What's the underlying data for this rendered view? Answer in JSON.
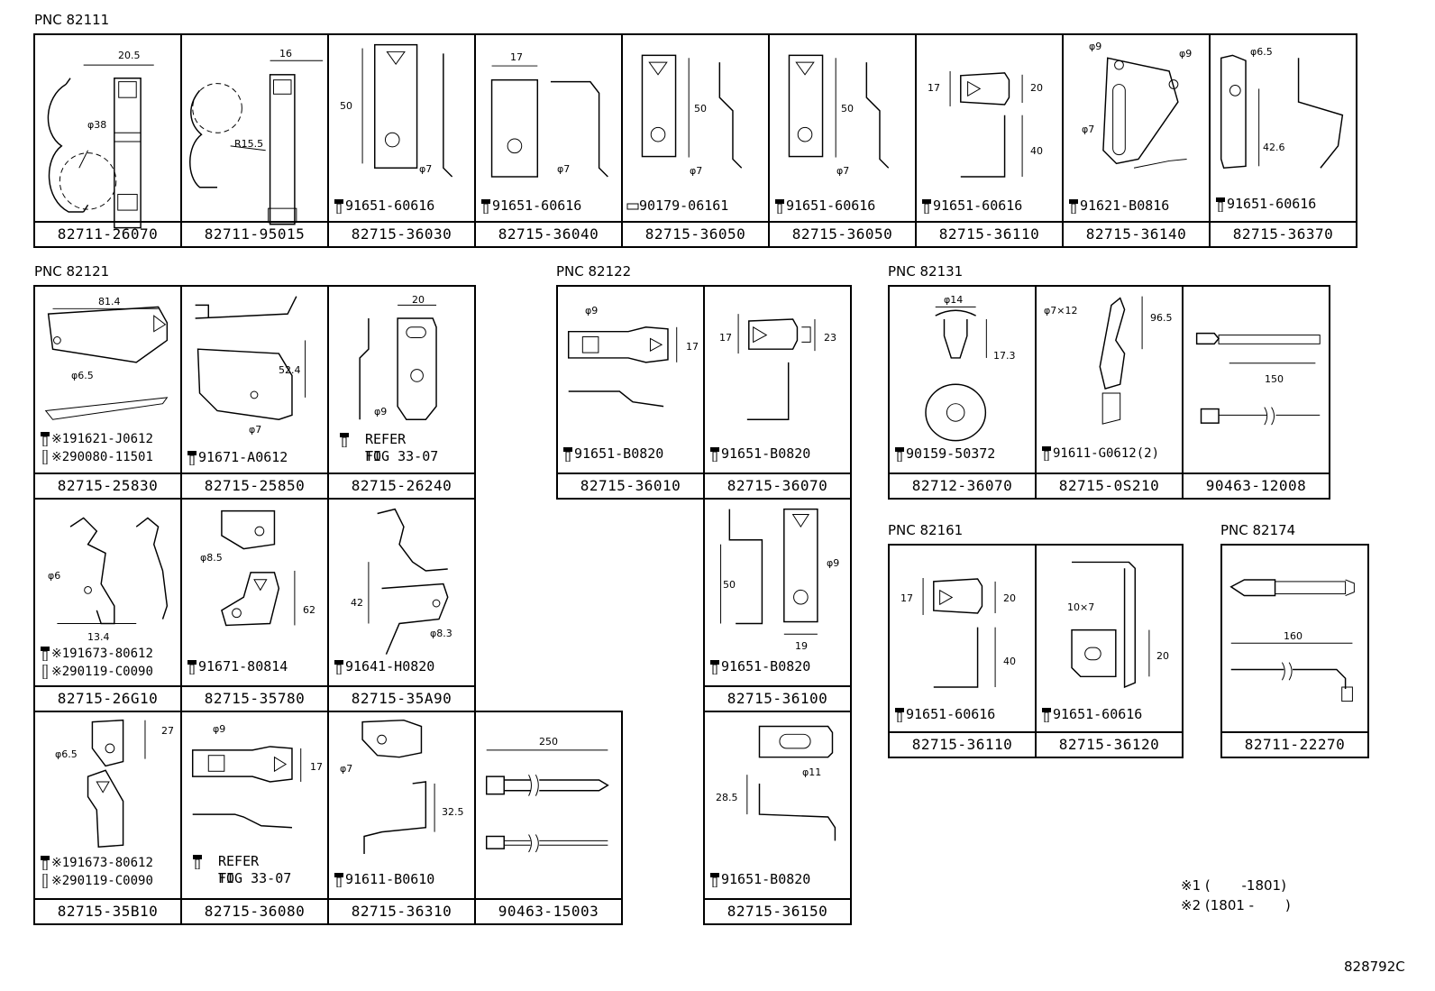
{
  "groups": {
    "g1": "PNC 82111",
    "g2": "PNC 82121",
    "g3": "PNC 82122",
    "g4": "PNC 82131",
    "g5": "PNC 82161",
    "g6": "PNC 82174"
  },
  "cells": {
    "c1": {
      "part": "82711-26070",
      "dims": [
        "20.5",
        "φ38"
      ]
    },
    "c2": {
      "part": "82711-95015",
      "dims": [
        "16",
        "R15.5"
      ]
    },
    "c3": {
      "part": "82715-36030",
      "bolt": "91651-60616",
      "dims": [
        "50",
        "φ7"
      ]
    },
    "c4": {
      "part": "82715-36040",
      "bolt": "91651-60616",
      "dims": [
        "17",
        "φ7"
      ]
    },
    "c5": {
      "part": "82715-36050",
      "bolt": "90179-06161",
      "dims": [
        "50",
        "φ7"
      ]
    },
    "c6": {
      "part": "82715-36050",
      "bolt": "91651-60616",
      "dims": [
        "50",
        "φ7"
      ]
    },
    "c7": {
      "part": "82715-36110",
      "bolt": "91651-60616",
      "dims": [
        "17",
        "20",
        "40"
      ]
    },
    "c8": {
      "part": "82715-36140",
      "bolt": "91621-B0816",
      "dims": [
        "φ9",
        "φ9",
        "φ7"
      ]
    },
    "c9": {
      "part": "82715-36370",
      "bolt": "91651-60616",
      "dims": [
        "φ6.5",
        "42.6"
      ]
    },
    "c10": {
      "part": "82715-25830",
      "bolt1": "※191621-J0612",
      "bolt2": "※290080-11501",
      "dims": [
        "81.4",
        "φ6.5"
      ]
    },
    "c11": {
      "part": "82715-25850",
      "bolt": "91671-A0612",
      "dims": [
        "52.4",
        "φ7"
      ]
    },
    "c12": {
      "part": "82715-26240",
      "note1": "REFER TO",
      "note2": "FIG 33-07",
      "dims": [
        "20",
        "φ9"
      ]
    },
    "c13": {
      "part": "82715-26G10",
      "bolt1": "※191673-80612",
      "bolt2": "※290119-C0090",
      "dims": [
        "φ6",
        "13.4"
      ]
    },
    "c14": {
      "part": "82715-35780",
      "bolt": "91671-80814",
      "dims": [
        "φ8.5",
        "62"
      ]
    },
    "c15": {
      "part": "82715-35A90",
      "bolt": "91641-H0820",
      "dims": [
        "42",
        "φ8.3"
      ]
    },
    "c16": {
      "part": "82715-35B10",
      "bolt1": "※191673-80612",
      "bolt2": "※290119-C0090",
      "dims": [
        "27",
        "φ6.5"
      ]
    },
    "c17": {
      "part": "82715-36080",
      "note1": "REFER TO",
      "note2": "FIG 33-07",
      "dims": [
        "φ9",
        "17"
      ]
    },
    "c18": {
      "part": "82715-36310",
      "bolt": "91611-B0610",
      "dims": [
        "φ7",
        "32.5"
      ]
    },
    "c19": {
      "part": "90463-15003",
      "dims": [
        "250"
      ]
    },
    "c20": {
      "part": "82715-36010",
      "bolt": "91651-B0820",
      "dims": [
        "φ9",
        "17"
      ]
    },
    "c21": {
      "part": "82715-36070",
      "bolt": "91651-B0820",
      "dims": [
        "17",
        "23"
      ]
    },
    "c22": {
      "part": "82715-36100",
      "bolt": "91651-B0820",
      "dims": [
        "50",
        "φ9",
        "19"
      ]
    },
    "c23": {
      "part": "82715-36150",
      "bolt": "91651-B0820",
      "dims": [
        "28.5",
        "φ11"
      ]
    },
    "c24": {
      "part": "82712-36070",
      "bolt": "90159-50372",
      "dims": [
        "φ14",
        "17.3"
      ]
    },
    "c25": {
      "part": "82715-0S210",
      "bolt": "91611-G0612(2)",
      "dims": [
        "φ7×12",
        "96.5"
      ]
    },
    "c26": {
      "part": "90463-12008",
      "dims": [
        "150"
      ]
    },
    "c27": {
      "part": "82715-36110",
      "bolt": "91651-60616",
      "dims": [
        "17",
        "20",
        "40"
      ]
    },
    "c28": {
      "part": "82715-36120",
      "bolt": "91651-60616",
      "dims": [
        "10×7",
        "20"
      ]
    },
    "c29": {
      "part": "82711-22270",
      "dims": [
        "160"
      ]
    }
  },
  "footnotes": {
    "f1": "※1 (　　 -1801)",
    "f2": "※2 (1801 -　　 )"
  },
  "illustration_code": "828792C"
}
